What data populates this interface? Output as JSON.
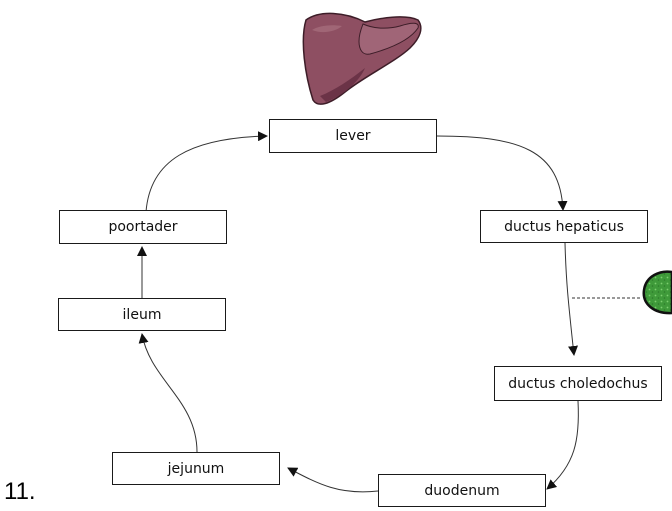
{
  "question_number": "11.",
  "nodes": {
    "lever": "lever",
    "ductus_hepaticus": "ductus hepaticus",
    "ductus_choledochus": "ductus choledochus",
    "duodenum": "duodenum",
    "jejunum": "jejunum",
    "ileum": "ileum",
    "poortader": "poortader"
  },
  "icons": {
    "liver": "liver-icon",
    "gallbladder": "gallbladder-icon"
  },
  "colors": {
    "liver_fill": "#8e4f62",
    "liver_dark": "#6b3347",
    "gallbladder_fill": "#3f9a3a",
    "gallbladder_outline": "#111111"
  }
}
